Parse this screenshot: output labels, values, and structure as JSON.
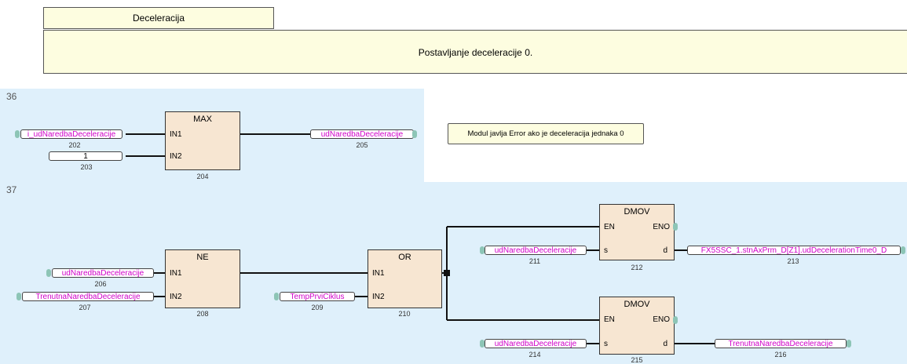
{
  "header": {
    "section_title": "Deceleracija",
    "comment": "Postavljanje deceleracije 0."
  },
  "rungs": [
    {
      "number": "36",
      "comment": "Modul javlja Error ako je deceleracija jednaka 0",
      "blocks": [
        {
          "name": "MAX",
          "id": "204",
          "pins": [
            "IN1",
            "IN2"
          ]
        }
      ],
      "variables": [
        {
          "label": "i_udNaredbaDeceleracije",
          "id": "202"
        },
        {
          "label": "1",
          "id": "203"
        },
        {
          "label": "udNaredbaDeceleracije",
          "id": "205"
        }
      ]
    },
    {
      "number": "37",
      "blocks": [
        {
          "name": "NE",
          "id": "208",
          "pins": [
            "IN1",
            "IN2"
          ]
        },
        {
          "name": "OR",
          "id": "210",
          "pins": [
            "IN1",
            "IN2"
          ]
        },
        {
          "name": "DMOV",
          "id": "212",
          "pins": [
            "EN",
            "ENO",
            "s",
            "d"
          ]
        },
        {
          "name": "DMOV",
          "id": "215",
          "pins": [
            "EN",
            "ENO",
            "s",
            "d"
          ]
        }
      ],
      "variables": [
        {
          "label": "udNaredbaDeceleracije",
          "id": "206"
        },
        {
          "label": "TrenutnaNaredbaDeceleracije",
          "id": "207"
        },
        {
          "label": "TempPrviCiklus",
          "id": "209"
        },
        {
          "label": "udNaredbaDeceleracije",
          "id": "211"
        },
        {
          "label": "FX5SSC_1.stnAxPrm_D[Z1].udDecelerationTime0_D",
          "id": "213"
        },
        {
          "label": "udNaredbaDeceleracije",
          "id": "214"
        },
        {
          "label": "TrenutnaNaredbaDeceleracije",
          "id": "216"
        }
      ]
    }
  ],
  "colors": {
    "rung_background": "#dff0fb",
    "block_fill": "#f7e6d2",
    "variable_text": "#d000c8",
    "note_fill": "#fdfde0",
    "connector": "#8dc5b6"
  }
}
